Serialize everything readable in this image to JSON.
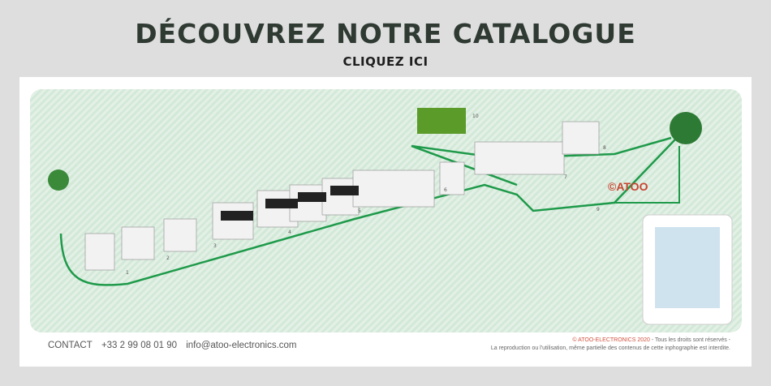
{
  "header": {
    "title": "DÉCOUVREZ NOTRE CATALOGUE",
    "cta": "CLIQUEZ ICI"
  },
  "infographic": {
    "logo": "©ATOO",
    "step_numbers": [
      "1",
      "2",
      "3",
      "4",
      "5",
      "6",
      "7",
      "8",
      "9",
      "10"
    ],
    "accent": "#1e9a4a"
  },
  "footer": {
    "contact_label": "CONTACT",
    "phone": "+33 2 99 08 01 90",
    "email": "info@atoo-electronics.com",
    "copyright_brand": "© ATOO-ELECTRONICS 2020",
    "copyright_rest": " - Tous les droits sont réservés -",
    "notice": "La reproduction ou l'utilisation, même partielle des contenus de cette inphographie est interdite."
  }
}
